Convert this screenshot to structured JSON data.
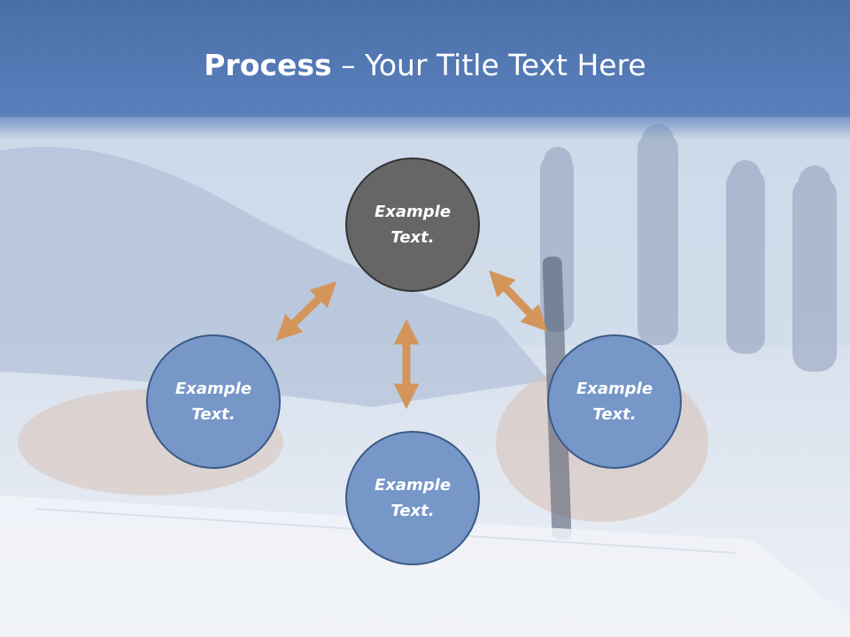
{
  "slide": {
    "title_bold": "Process",
    "title_sep": " – ",
    "title_rest": "Your Title Text Here"
  },
  "nodes": {
    "top": {
      "line1": "Example",
      "line2": "Text."
    },
    "left": {
      "line1": "Example",
      "line2": "Text."
    },
    "right": {
      "line1": "Example",
      "line2": "Text."
    },
    "bottom": {
      "line1": "Example",
      "line2": "Text."
    }
  },
  "colors": {
    "header": "#4a6fa8",
    "node_dark": "#666666",
    "node_blue": "#7697c8",
    "arrow": "#d4955a"
  }
}
